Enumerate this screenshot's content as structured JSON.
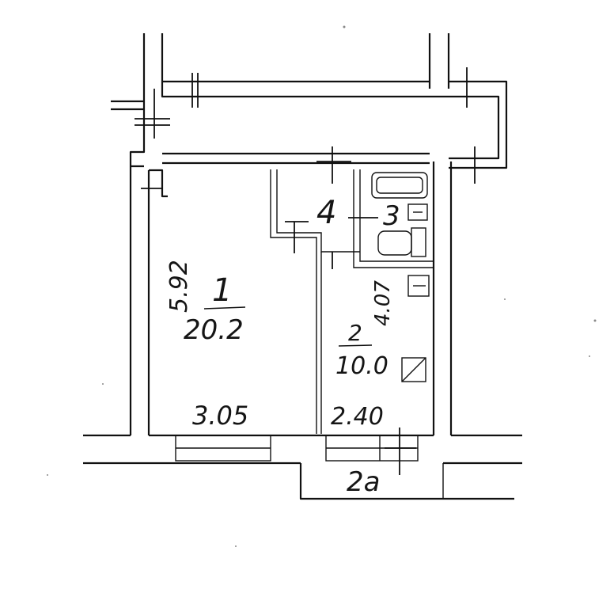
{
  "rooms": [
    {
      "number": "1",
      "area": "20.2"
    },
    {
      "number": "2",
      "area": "10.0"
    },
    {
      "number": "3"
    },
    {
      "number": "4"
    },
    {
      "number": "2а"
    }
  ],
  "dimensions": {
    "room1_depth": "5.92",
    "room1_width": "3.05",
    "room2_depth": "4.07",
    "room2_width": "2.40"
  }
}
